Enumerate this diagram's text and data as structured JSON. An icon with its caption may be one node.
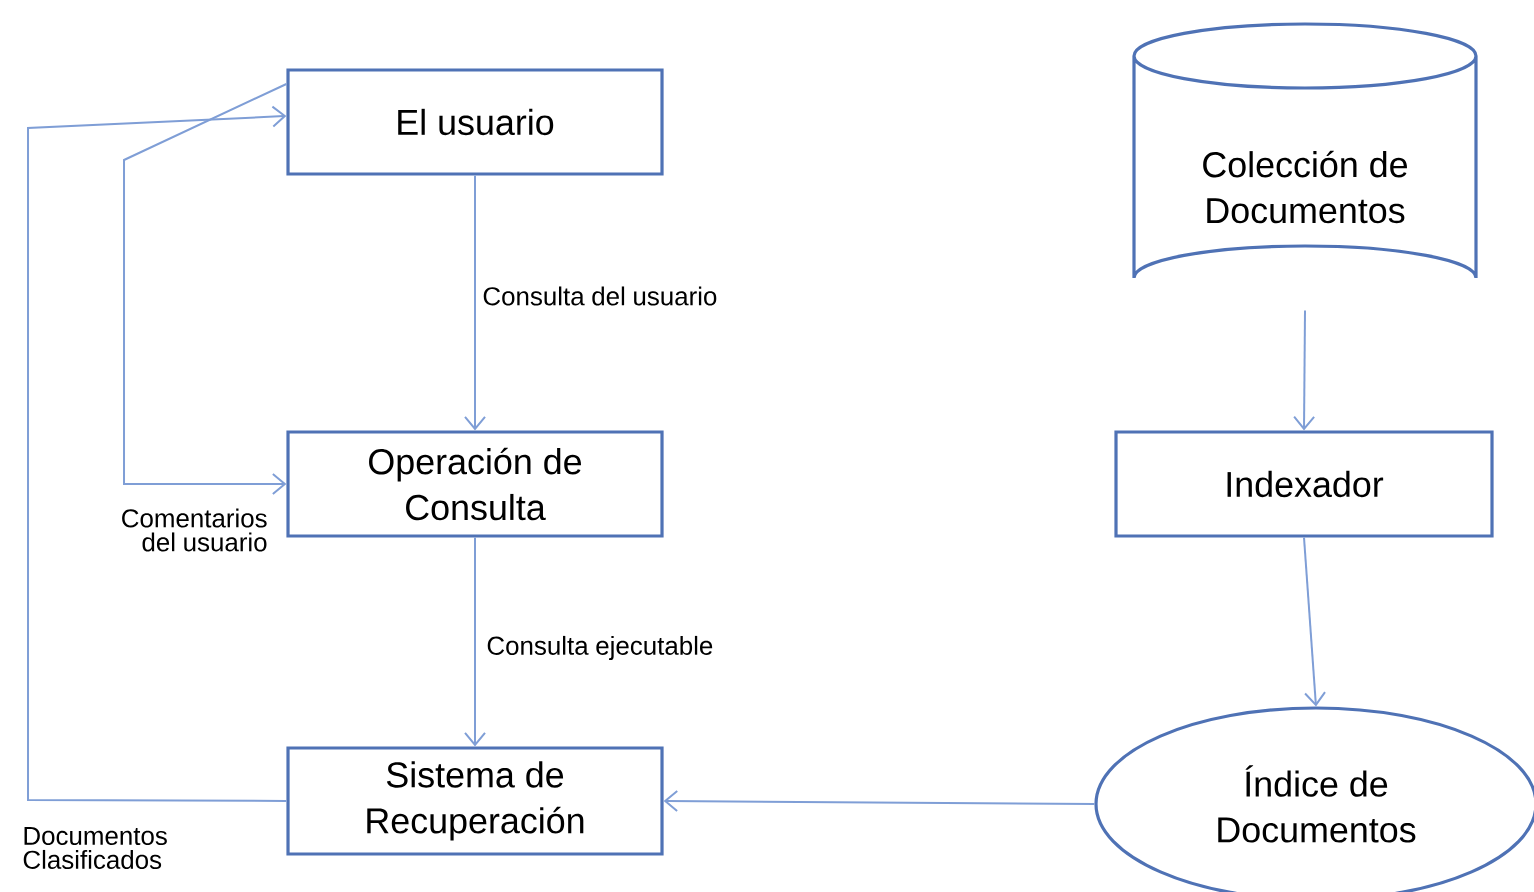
{
  "diagram": {
    "nodes": [
      {
        "text": [
          "El usuario"
        ]
      },
      {
        "text": [
          "Operación de Consulta"
        ]
      },
      {
        "text": [
          "Sistema de Recuperación"
        ]
      },
      {
        "text": [
          "Colección de Documentos"
        ]
      },
      {
        "text": [
          "Indexador"
        ]
      },
      {
        "text": [
          "Índice de Documentos"
        ]
      }
    ],
    "edges": [
      {
        "from": 0,
        "to": 1,
        "arrow": "to",
        "label": "Consulta del usuario"
      },
      {
        "from": 0,
        "to": 1,
        "arrow": "to",
        "label": "Comentarios del usuario"
      },
      {
        "from": 1,
        "to": 2,
        "arrow": "to",
        "label": "Consulta ejecutable"
      },
      {
        "from": 2,
        "to": 0,
        "arrow": "to",
        "label": "Documentos Clasificados"
      },
      {
        "from": 3,
        "to": 4,
        "arrow": "to"
      },
      {
        "from": 4,
        "to": 5,
        "arrow": "to"
      },
      {
        "from": 5,
        "to": 2,
        "arrow": "to"
      }
    ]
  }
}
